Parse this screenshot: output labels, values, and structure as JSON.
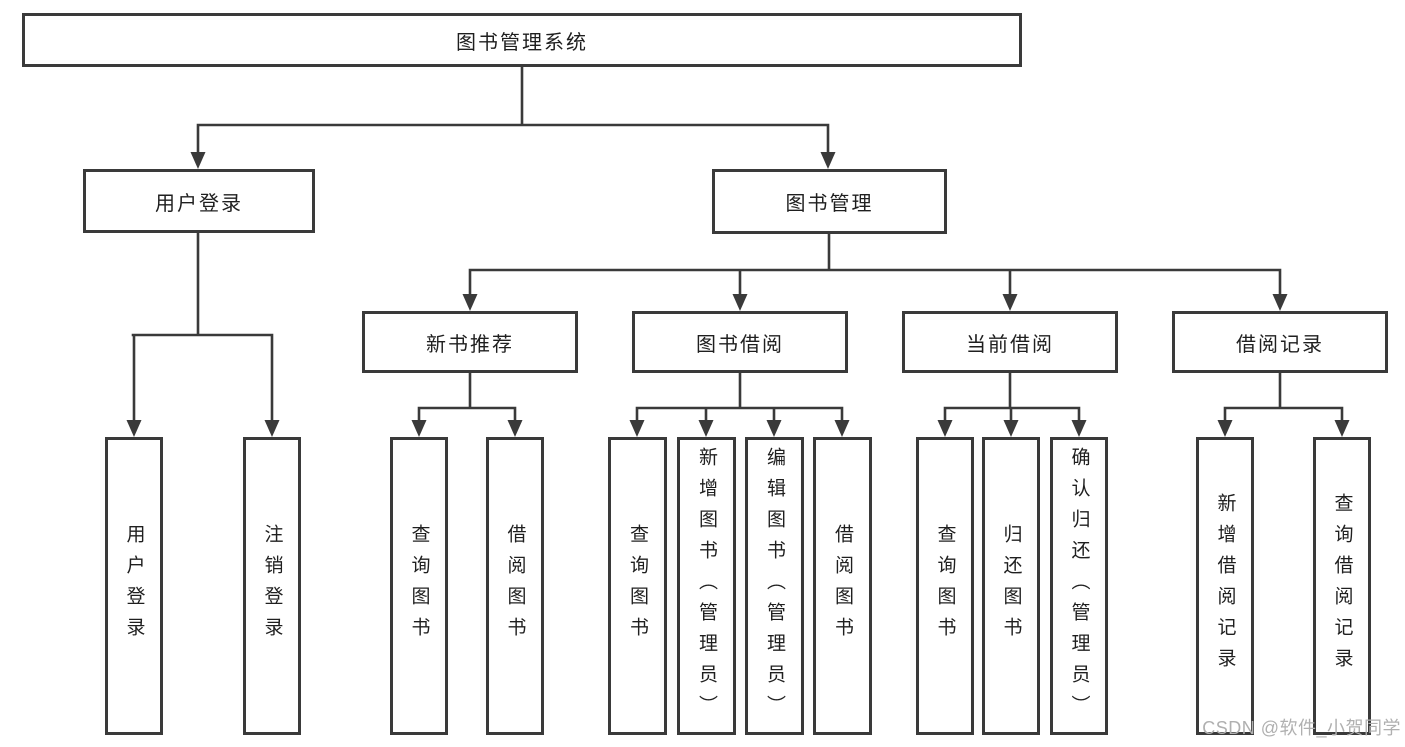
{
  "diagram": {
    "root": {
      "label": "图书管理系统"
    },
    "level2": [
      {
        "label": "用户登录",
        "children": [
          "用户登录",
          "注销登录"
        ]
      },
      {
        "label": "图书管理"
      }
    ],
    "level3": [
      {
        "label": "新书推荐",
        "children": [
          "查询图书",
          "借阅图书"
        ]
      },
      {
        "label": "图书借阅",
        "children": [
          "查询图书",
          "新增图书（管理员）",
          "编辑图书（管理员）",
          "借阅图书"
        ]
      },
      {
        "label": "当前借阅",
        "children": [
          "查询图书",
          "归还图书",
          "确认归还（管理员）"
        ]
      },
      {
        "label": "借阅记录",
        "children": [
          "新增借阅记录",
          "查询借阅记录"
        ]
      }
    ],
    "watermark": "CSDN @软件_小贺同学",
    "colors": {
      "line": "#3a3a3a",
      "border": "#3a3a3a",
      "text": "#1f1f1f",
      "watermark": "#b0b0b0",
      "background": "#ffffff"
    }
  }
}
